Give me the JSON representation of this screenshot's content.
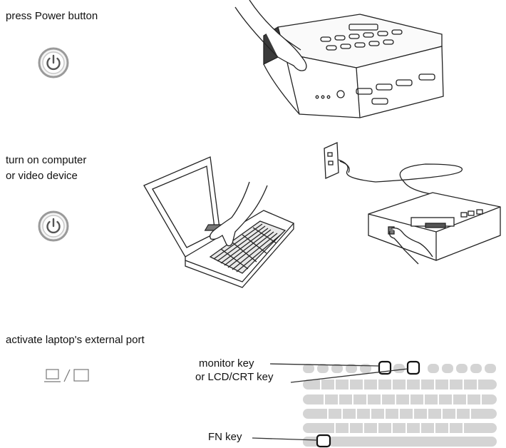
{
  "steps": [
    {
      "label": "press Power button",
      "icon": "power-icon"
    },
    {
      "label_lines": [
        "turn on computer",
        "or video device"
      ],
      "icon": "power-icon"
    },
    {
      "label": "activate laptop's external port",
      "icon": "laptop-monitor-icon"
    }
  ],
  "keyboard_callouts": {
    "monitor_key": "monitor key",
    "lcd_crt_key": "or LCD/CRT key",
    "fn_key": "FN key"
  },
  "colors": {
    "button_ring": "#9a9a9a",
    "button_fill": "#f2f2f2",
    "key_gray": "#d4d4d4",
    "line": "#333333"
  }
}
